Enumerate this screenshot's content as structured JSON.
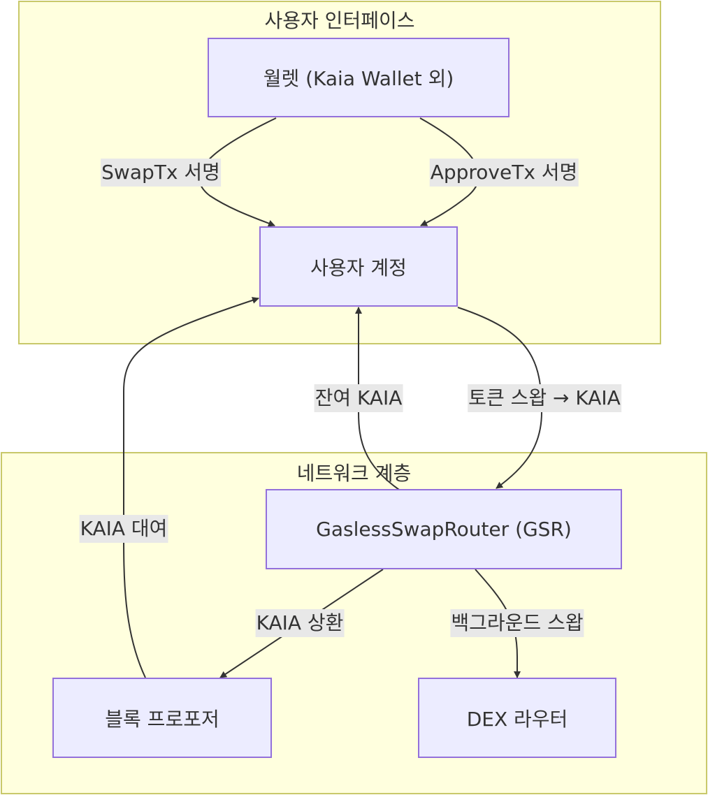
{
  "clusters": {
    "ui": {
      "title": "사용자 인터페이스"
    },
    "network": {
      "title": "네트워크 계층"
    }
  },
  "nodes": {
    "wallet": "월렛 (Kaia Wallet 외)",
    "account": "사용자 계정",
    "gsr": "GaslessSwapRouter (GSR)",
    "proposer": "블록 프로포저",
    "dex": "DEX 라우터"
  },
  "edges": {
    "swap_sign": "SwapTx 서명",
    "approve_sign": "ApproveTx 서명",
    "remaining_kaia": "잔여 KAIA",
    "token_swap": "토큰 스왑 → KAIA",
    "kaia_loan": "KAIA 대여",
    "kaia_repay": "KAIA 상환",
    "background_swap": "백그라운드 스왑"
  },
  "colors": {
    "cluster_fill": "#ffffde",
    "cluster_border": "#c8c86a",
    "node_fill": "#ececff",
    "node_border": "#9370db",
    "edge": "#333333",
    "label_bg": "#e8e8e8"
  }
}
